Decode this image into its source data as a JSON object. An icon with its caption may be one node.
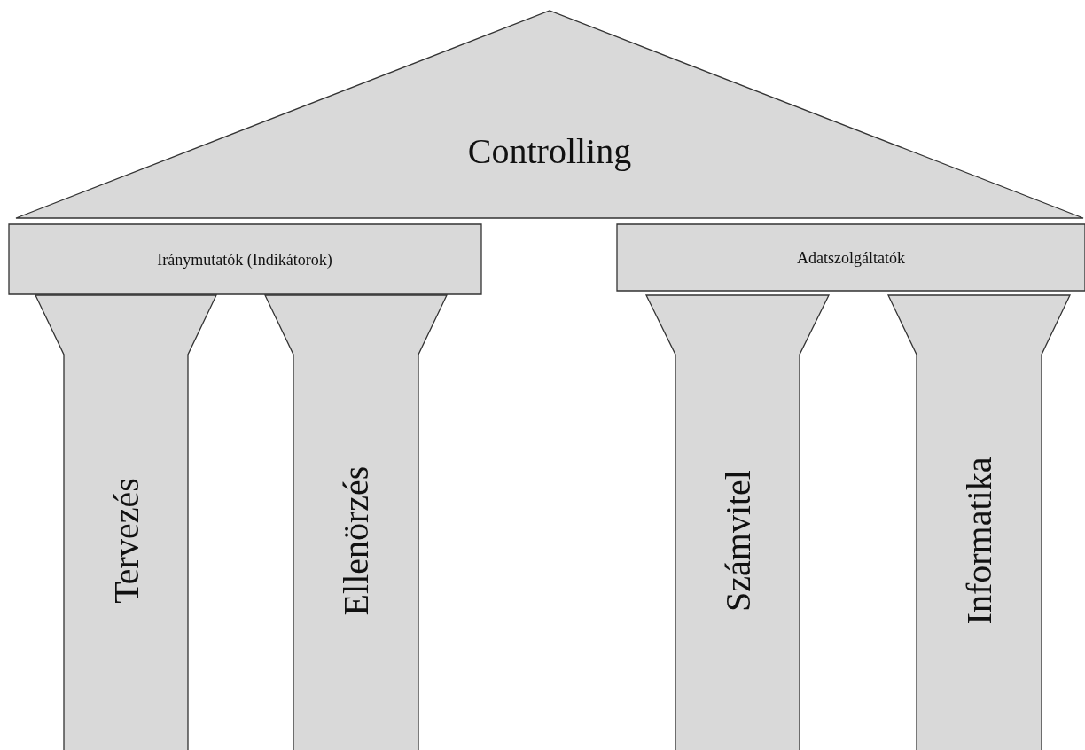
{
  "diagram": {
    "nodes": [
      {
        "text": [
          "Controlling"
        ]
      },
      {
        "text": [
          "Iránymutatók (Indikátorok)"
        ]
      },
      {
        "text": [
          "Adatszolgáltatók"
        ]
      },
      {
        "text": [
          "Tervezés"
        ]
      },
      {
        "text": [
          "Ellenörzés"
        ]
      },
      {
        "text": [
          "Számvitel"
        ]
      },
      {
        "text": [
          "Informatika"
        ]
      }
    ]
  }
}
